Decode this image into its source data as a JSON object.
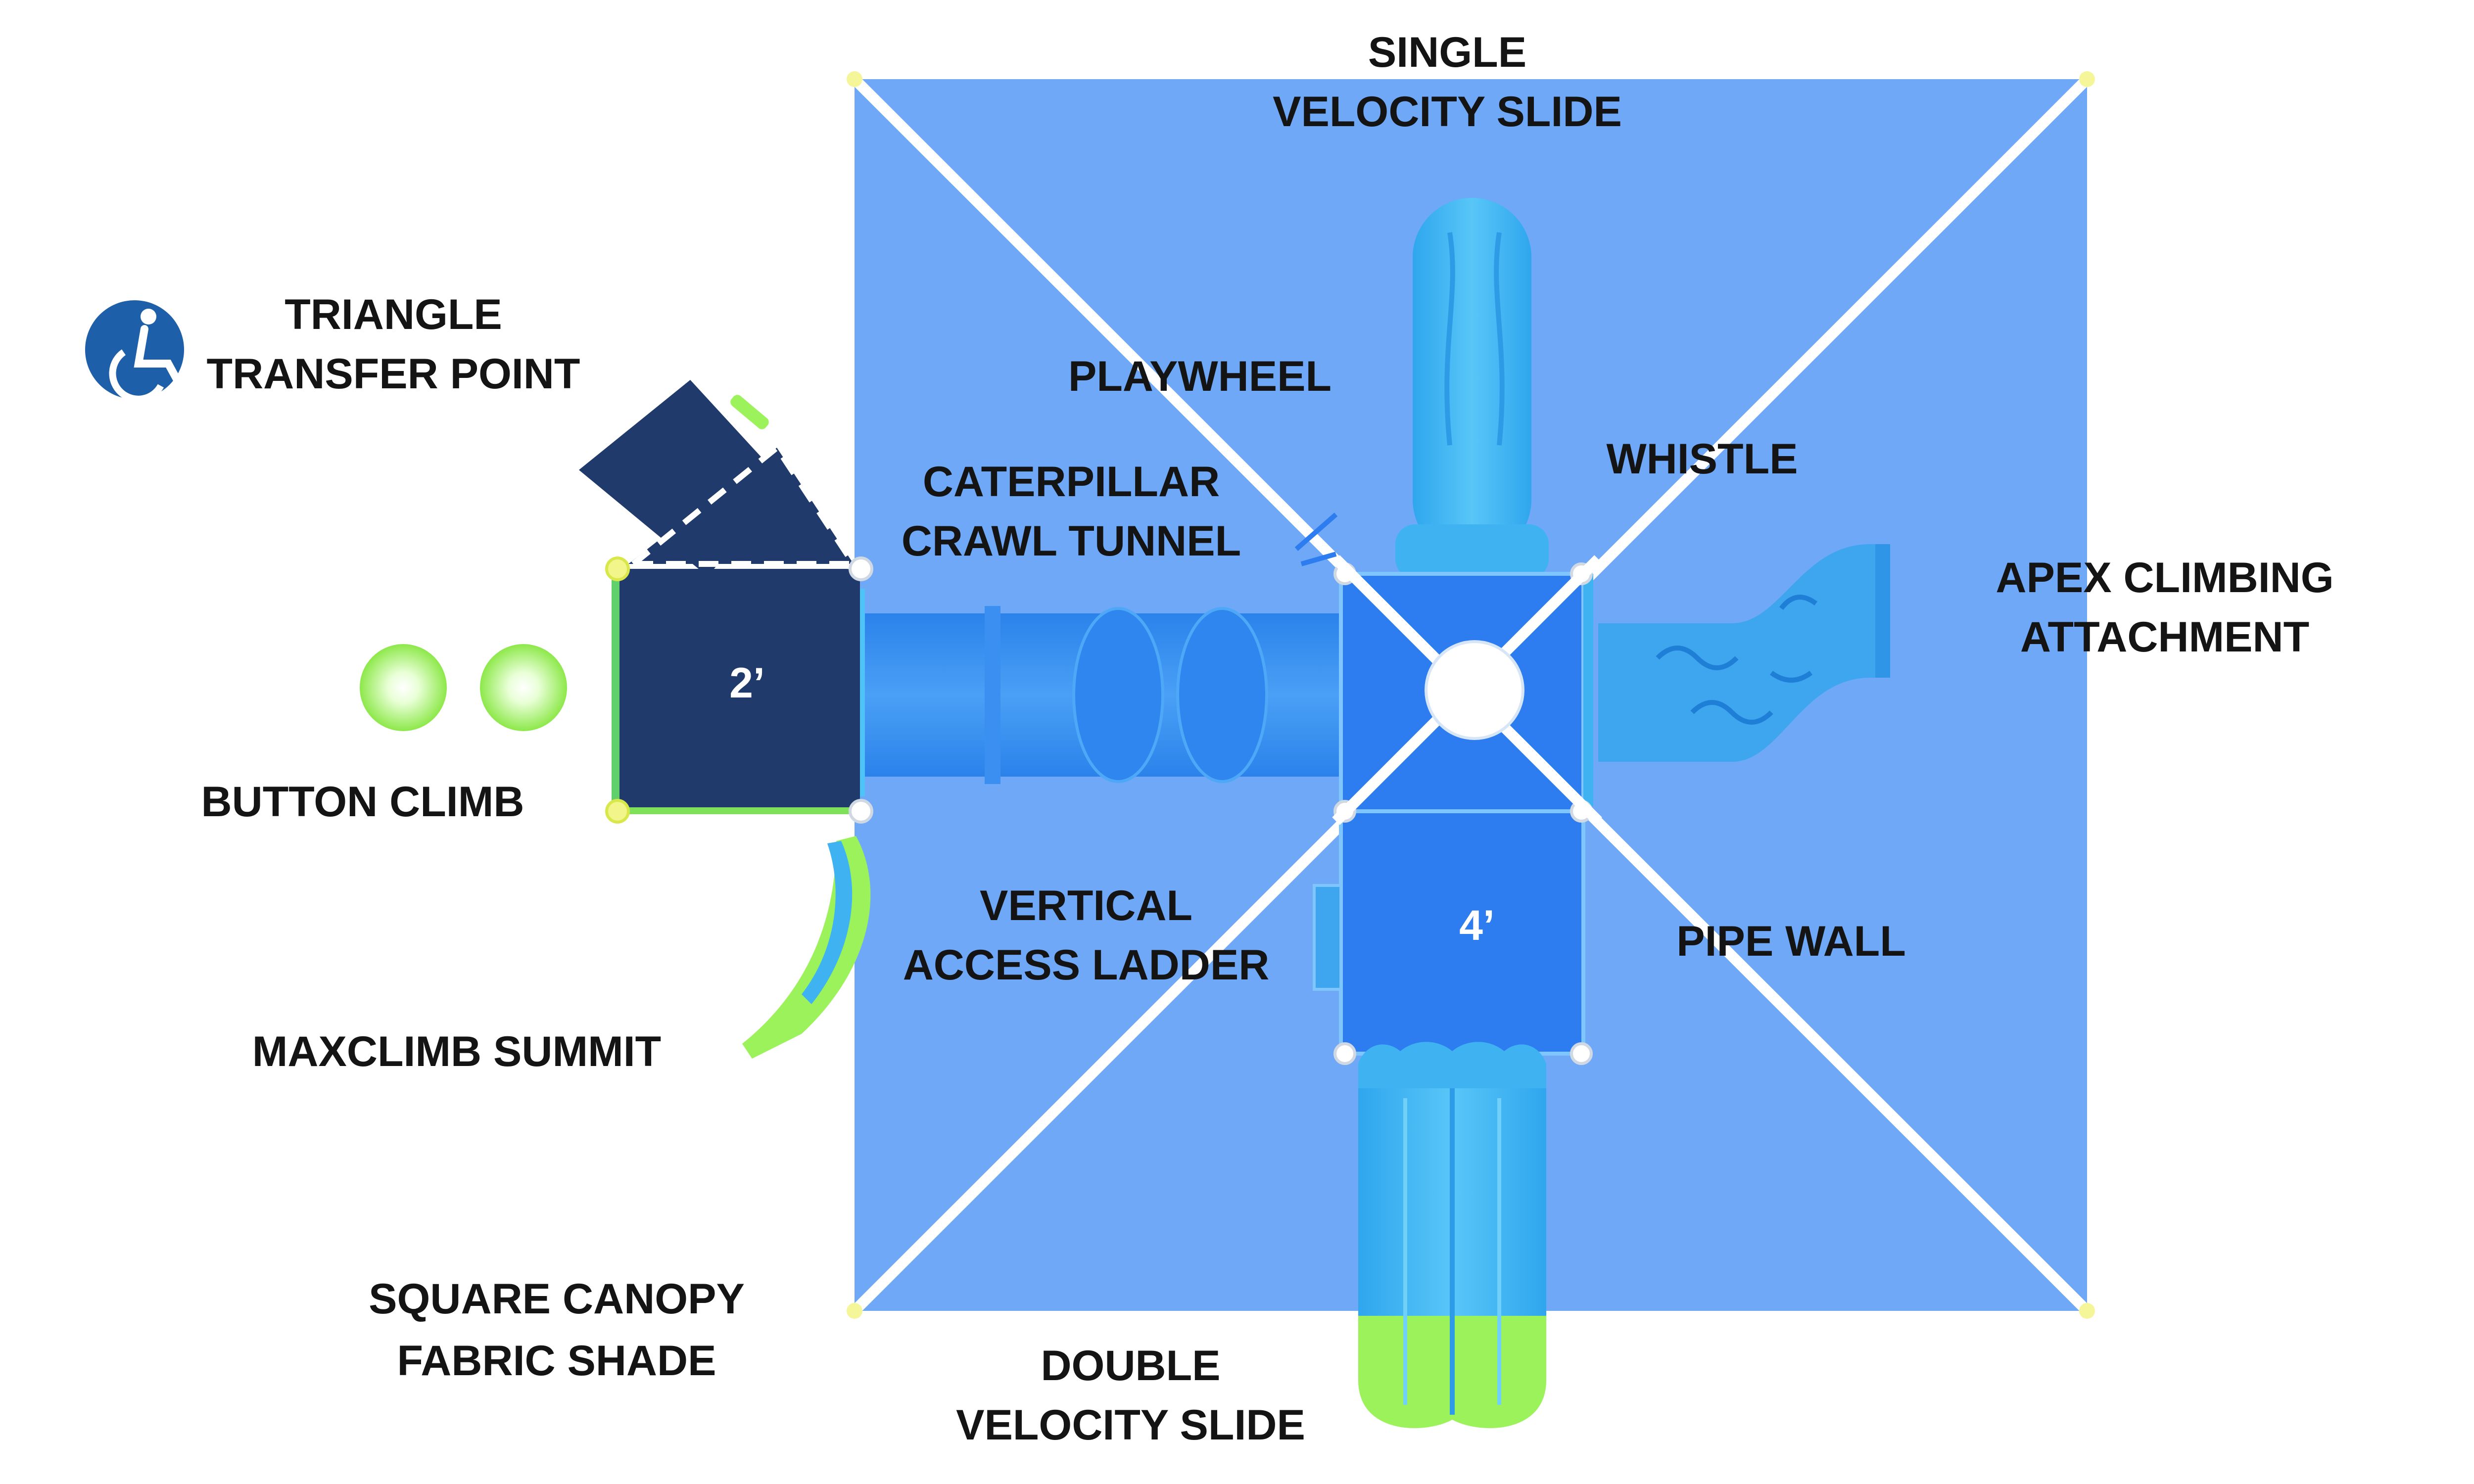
{
  "labels": {
    "single_velocity_slide_1": "SINGLE",
    "single_velocity_slide_2": "VELOCITY SLIDE",
    "triangle_transfer_1": "TRIANGLE",
    "triangle_transfer_2": "TRANSFER POINT",
    "playwheel": "PLAYWHEEL",
    "caterpillar_1": "CATERPILLAR",
    "caterpillar_2": "CRAWL TUNNEL",
    "whistle": "WHISTLE",
    "apex_1": "APEX CLIMBING",
    "apex_2": "ATTACHMENT",
    "button_climb": "BUTTON CLIMB",
    "vertical_ladder_1": "VERTICAL",
    "vertical_ladder_2": "ACCESS LADDER",
    "pipe_wall": "PIPE WALL",
    "maxclimb": "MAXCLIMB SUMMIT",
    "square_canopy_1": "SQUARE CANOPY",
    "square_canopy_2": "FABRIC SHADE",
    "double_velocity_1": "DOUBLE",
    "double_velocity_2": "VELOCITY SLIDE"
  },
  "decks": {
    "small_deck_height": "2’",
    "large_deck_height": "4’"
  },
  "icons": {
    "accessibility": "wheelchair-accessibility-icon"
  },
  "colors": {
    "canopy": "#6ea8f7",
    "deck_dark": "#1f3a6b",
    "deck_blue": "#2e7df0",
    "slide_blue": "#3fb3f2",
    "accent_green": "#9cf25a",
    "tunnel_blue": "#3a8ff0",
    "accessibility_badge": "#1d5fa8"
  }
}
